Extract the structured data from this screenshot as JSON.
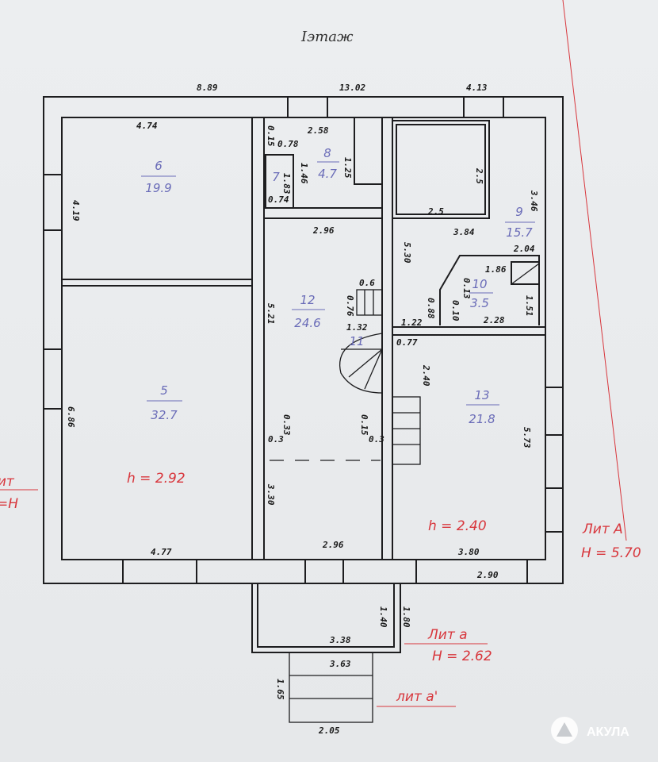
{
  "title": "Іэтаж",
  "rooms": [
    {
      "num": "6",
      "area": "19.9"
    },
    {
      "num": "7"
    },
    {
      "num": "8",
      "area": "4.7"
    },
    {
      "num": "9",
      "area": "15.7"
    },
    {
      "num": "10",
      "area": "3.5"
    },
    {
      "num": "11"
    },
    {
      "num": "12",
      "area": "24.6"
    },
    {
      "num": "5",
      "area": "32.7"
    },
    {
      "num": "13",
      "area": "21.8"
    }
  ],
  "dims": [
    "8.89",
    "13.02",
    "4.13",
    "4.74",
    "4.19",
    "2.58",
    "0.15",
    "0.78",
    "1.46",
    "1.83",
    "1.25",
    "0.74",
    "2.96",
    "2.5",
    "2.5",
    "3.46",
    "3.84",
    "5.30",
    "2.04",
    "1.86",
    "0.13",
    "0.88",
    "0.10",
    "1.51",
    "1.22",
    "2.28",
    "0.6",
    "0.76",
    "1.32",
    "5.21",
    "0.77",
    "2.40",
    "6.86",
    "0.33",
    "0.3",
    "0.15",
    "0.3",
    "5.73",
    "3.30",
    "4.77",
    "2.96",
    "3.80",
    "2.90",
    "1.40",
    "1.80",
    "3.38",
    "3.63",
    "1.65",
    "2.05"
  ],
  "annotations": {
    "h_left": "h = 2.92",
    "h_right": "h = 2.40",
    "lit_A": "Лит А",
    "lit_A_h": "H = 5.70",
    "lit_a": "Лит а",
    "lit_a_h": "H = 2.62",
    "lit_a1": "лит а'",
    "left_clip_1": "лит",
    "left_clip_2": "=H"
  },
  "watermark": "АКУЛА",
  "colors": {
    "ink": "#1d1d1f",
    "room_label": "#6a6cb8",
    "red_note": "#d8363c"
  }
}
